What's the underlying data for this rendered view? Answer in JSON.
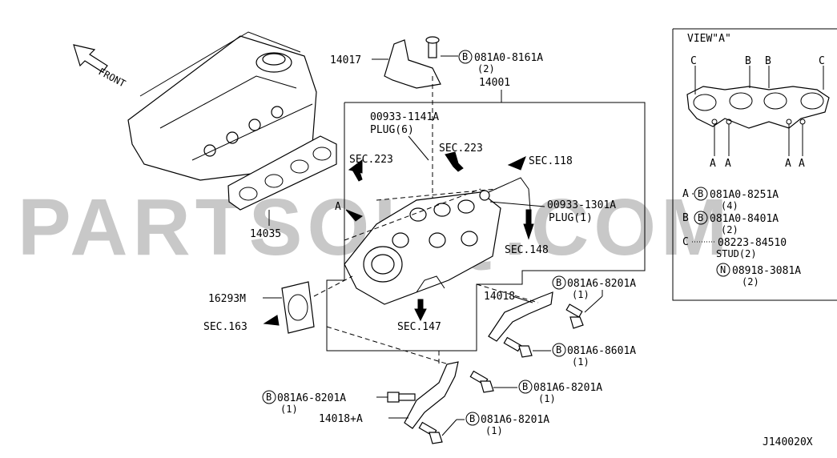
{
  "diagram_code": "J140020X",
  "watermark": "PARTSOUQ.COM",
  "front_label": "FRONT",
  "view_title": "VIEW\"A\"",
  "view_letters": [
    "C",
    "B",
    "B",
    "C",
    "A",
    "A",
    "A",
    "A"
  ],
  "legend": [
    {
      "key": "A",
      "code": "081A0-8251A",
      "qty": "(4)"
    },
    {
      "key": "B",
      "code": "081A0-8401A",
      "qty": "(2)"
    },
    {
      "key": "C",
      "code": "08223-84510",
      "qty": "STUD(2)"
    },
    {
      "key": "N",
      "code": "08918-3081A",
      "qty": "(2)"
    }
  ],
  "parts": {
    "p14017": "14017",
    "p14001": "14001",
    "p14035": "14035",
    "p16293M": "16293M",
    "p14018": "14018",
    "p14018a": "14018+A",
    "plug1_code": "00933-1141A",
    "plug1_qty": "PLUG(6)",
    "plug2_code": "00933-1301A",
    "plug2_qty": "PLUG(1)",
    "view_a_pointer": "A"
  },
  "sections": {
    "sec223a": "SEC.223",
    "sec223b": "SEC.223",
    "sec118": "SEC.118",
    "sec148": "SEC.148",
    "sec147": "SEC.147",
    "sec163": "SEC.163"
  },
  "bolts": [
    {
      "code": "081A0-8161A",
      "qty": "(2)"
    },
    {
      "code": "081A6-8201A",
      "qty": "(1)"
    },
    {
      "code": "081A6-8601A",
      "qty": "(1)"
    },
    {
      "code": "081A6-8201A",
      "qty": "(1)"
    },
    {
      "code": "081A6-8201A",
      "qty": "(1)"
    },
    {
      "code": "081A6-8201A",
      "qty": "(1)"
    }
  ],
  "bolt_marker": "B"
}
